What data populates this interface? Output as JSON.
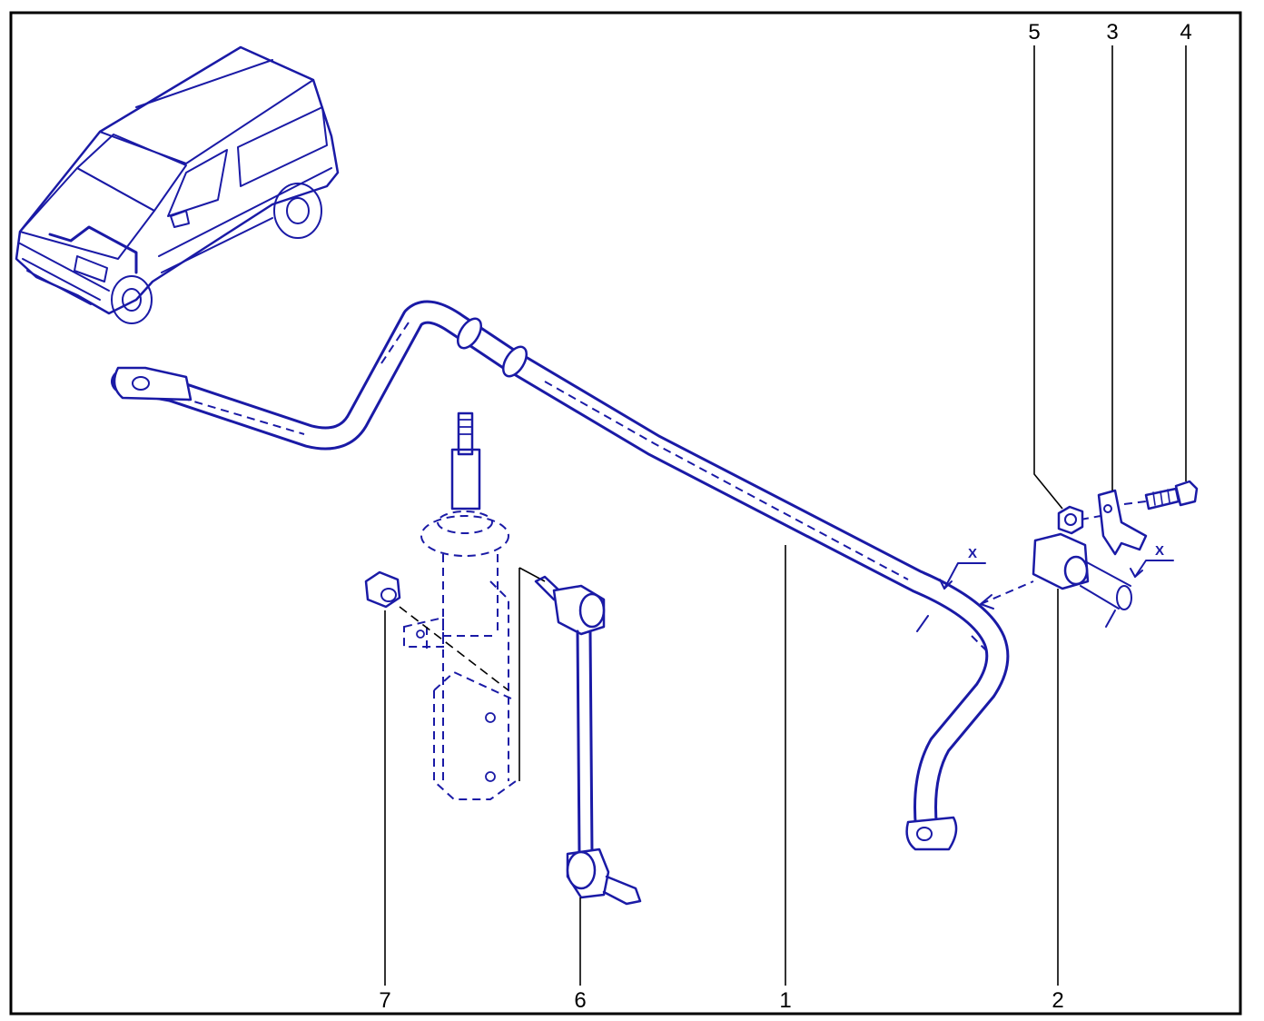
{
  "callouts": {
    "top": [
      "5",
      "3",
      "4"
    ],
    "bottom": [
      "7",
      "6",
      "1",
      "2"
    ]
  },
  "dimension_marks": [
    "X",
    "X"
  ],
  "colors": {
    "ink": "#1a1aa6",
    "border": "#000000",
    "background": "#ffffff"
  }
}
